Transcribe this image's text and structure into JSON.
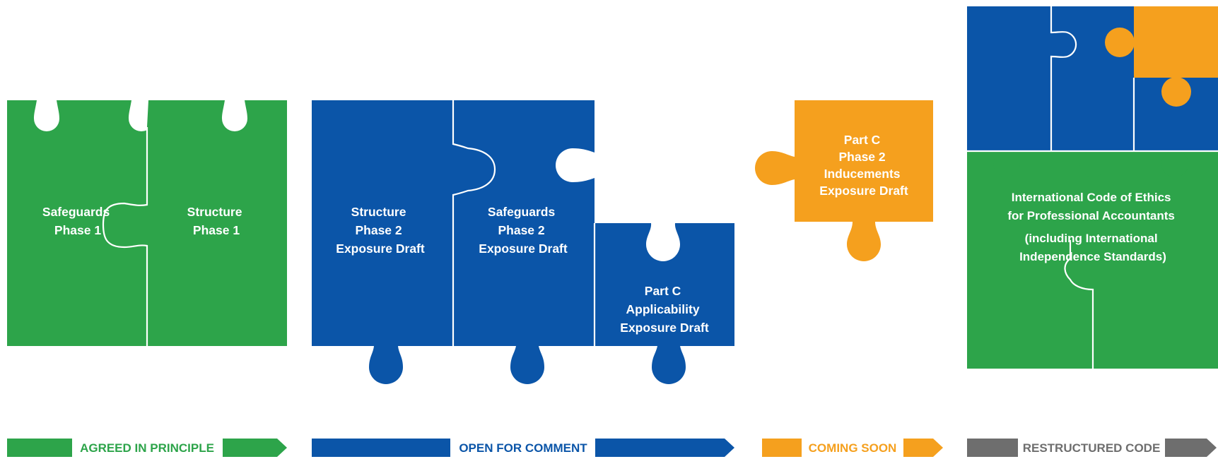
{
  "colors": {
    "green": "#2da44a",
    "blue": "#0b55a8",
    "orange": "#f5a01e",
    "gray": "#6e6e6e",
    "white": "#ffffff"
  },
  "groups": [
    {
      "status": "AGREED IN PRINCIPLE",
      "color": "green",
      "pieces": [
        {
          "lines": [
            "Safeguards",
            "Phase 1"
          ]
        },
        {
          "lines": [
            "Structure",
            "Phase 1"
          ]
        }
      ]
    },
    {
      "status": "OPEN FOR COMMENT",
      "color": "blue",
      "pieces": [
        {
          "lines": [
            "Structure",
            "Phase 2",
            "Exposure Draft"
          ]
        },
        {
          "lines": [
            "Safeguards",
            "Phase 2",
            "Exposure Draft"
          ]
        },
        {
          "lines": [
            "Part C",
            "Applicability",
            "Exposure Draft"
          ]
        }
      ]
    },
    {
      "status": "COMING SOON",
      "color": "orange",
      "pieces": [
        {
          "lines": [
            "Part C",
            "Phase 2",
            "Inducements",
            "Exposure Draft"
          ]
        }
      ]
    },
    {
      "status": "RESTRUCTURED CODE",
      "color": "gray",
      "pieces": [
        {
          "lines": [
            "International Code of Ethics",
            "for Professional Accountants",
            "(including International",
            "Independence Standards)"
          ]
        }
      ]
    }
  ]
}
